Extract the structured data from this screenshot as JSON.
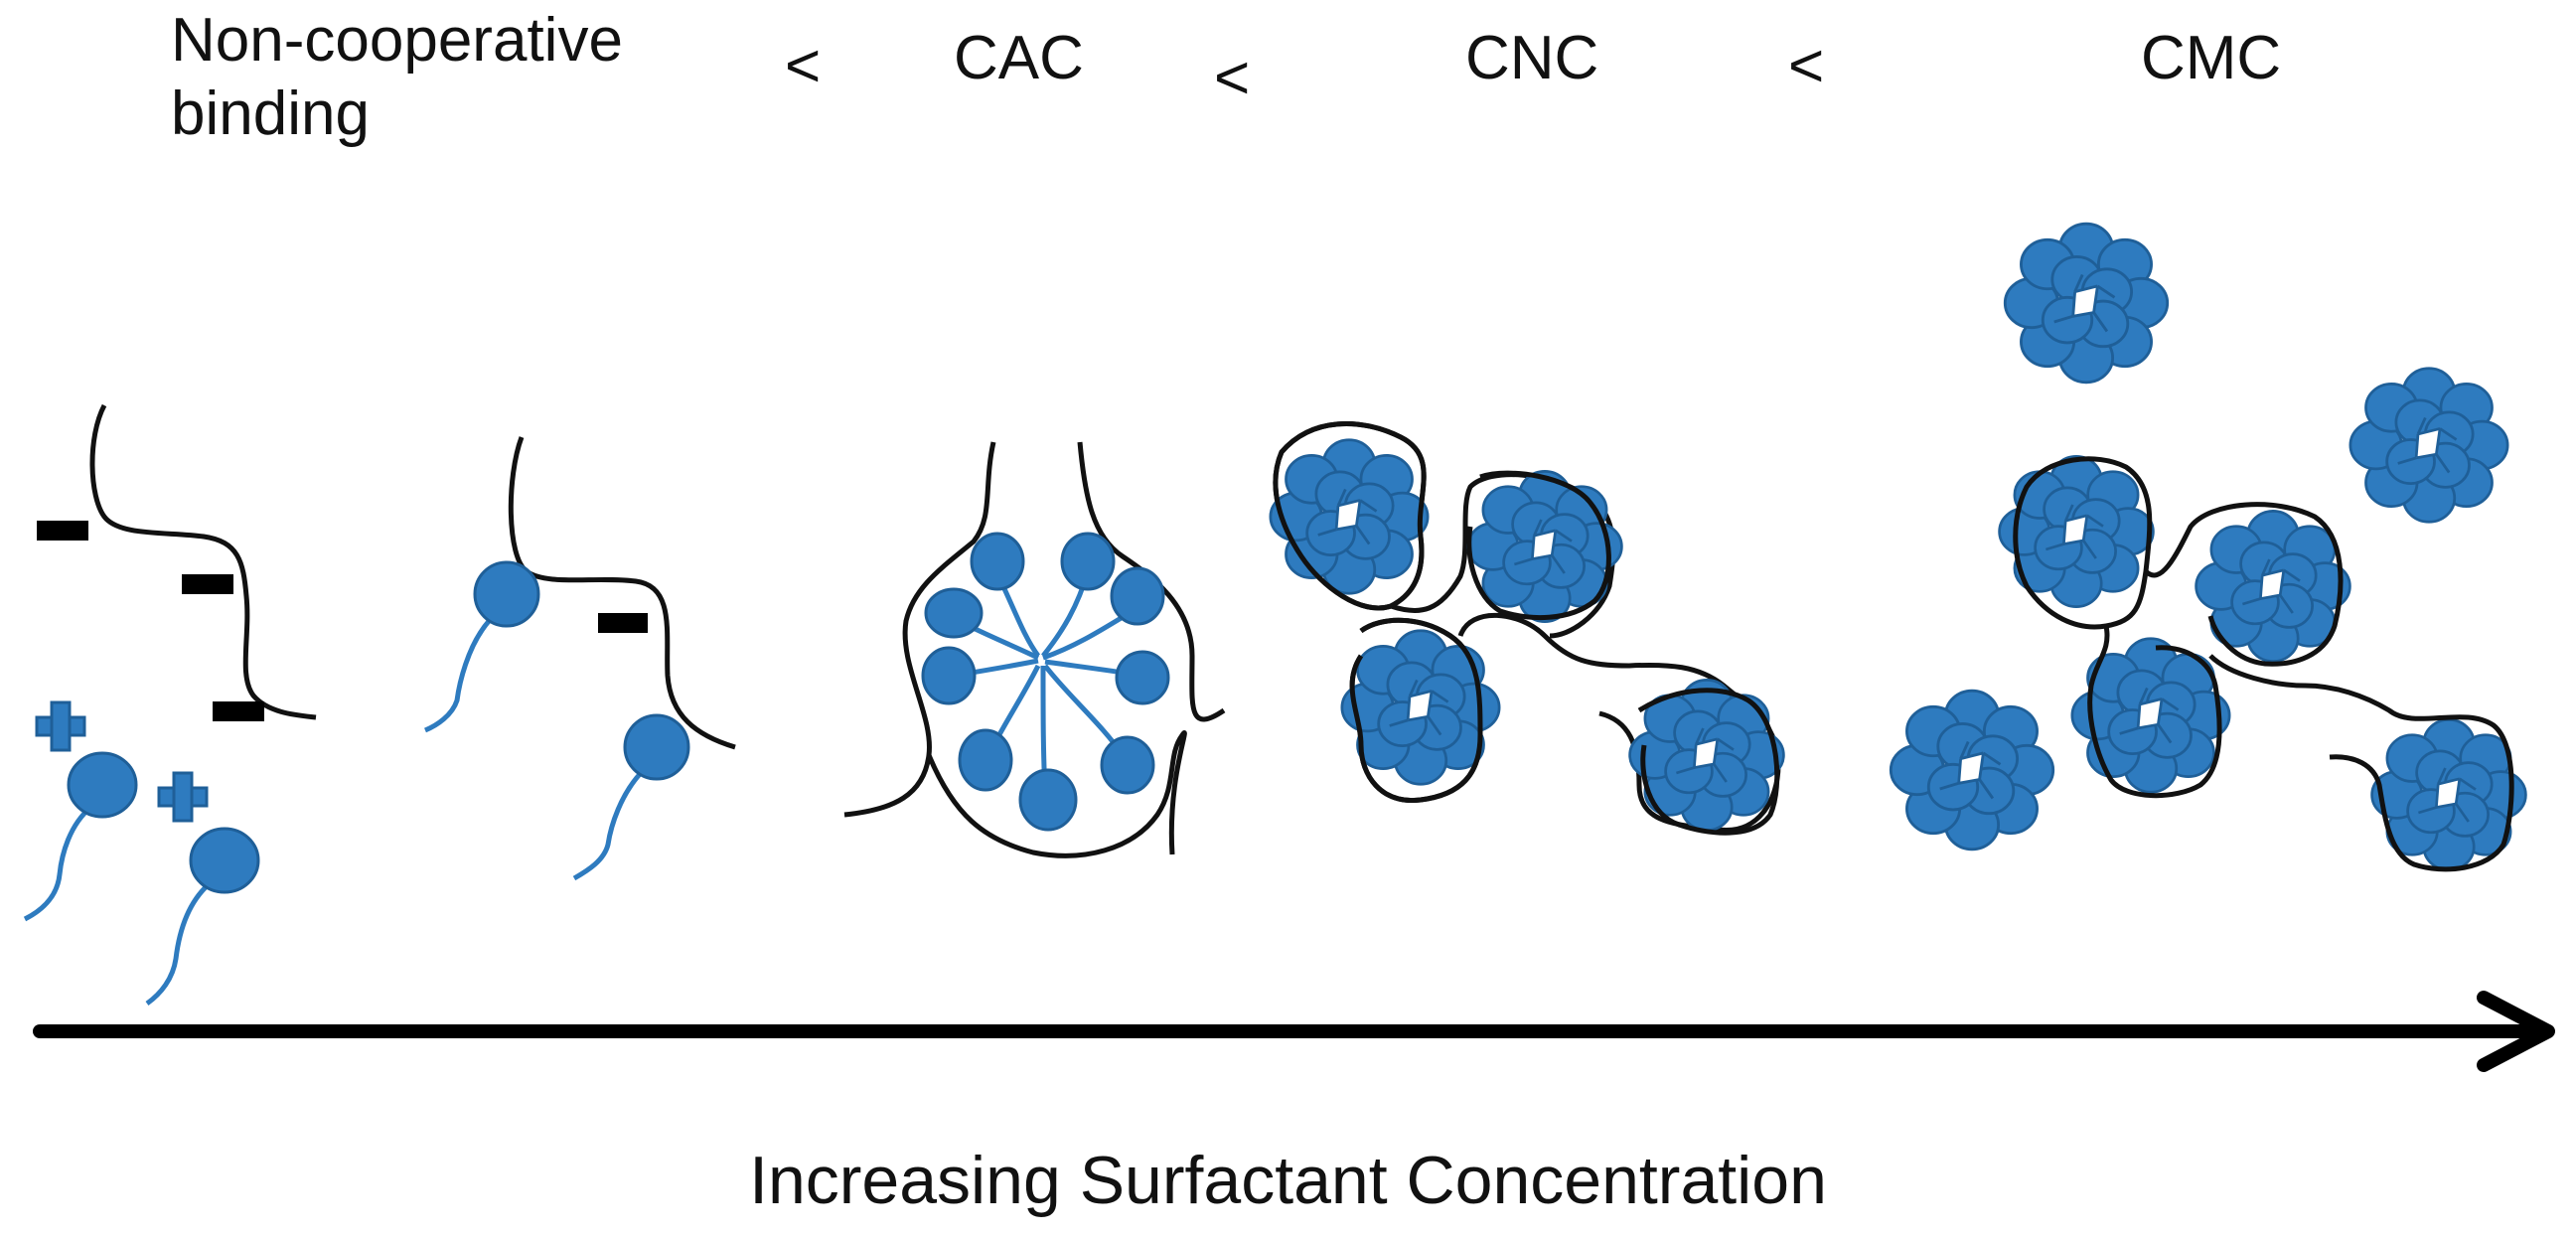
{
  "labels": {
    "stage_1": "Non-cooperative binding",
    "separator_1": "<",
    "stage_2": "CAC",
    "separator_2": "<",
    "stage_3": "CNC",
    "separator_3": "<",
    "stage_4": "CMC",
    "axis_label": "Increasing Surfactant Concentration"
  },
  "colors": {
    "surfactant_fill": "#2e7bbf",
    "surfactant_stroke": "#1f5f98",
    "polymer": "#111111",
    "arrow": "#000000"
  }
}
